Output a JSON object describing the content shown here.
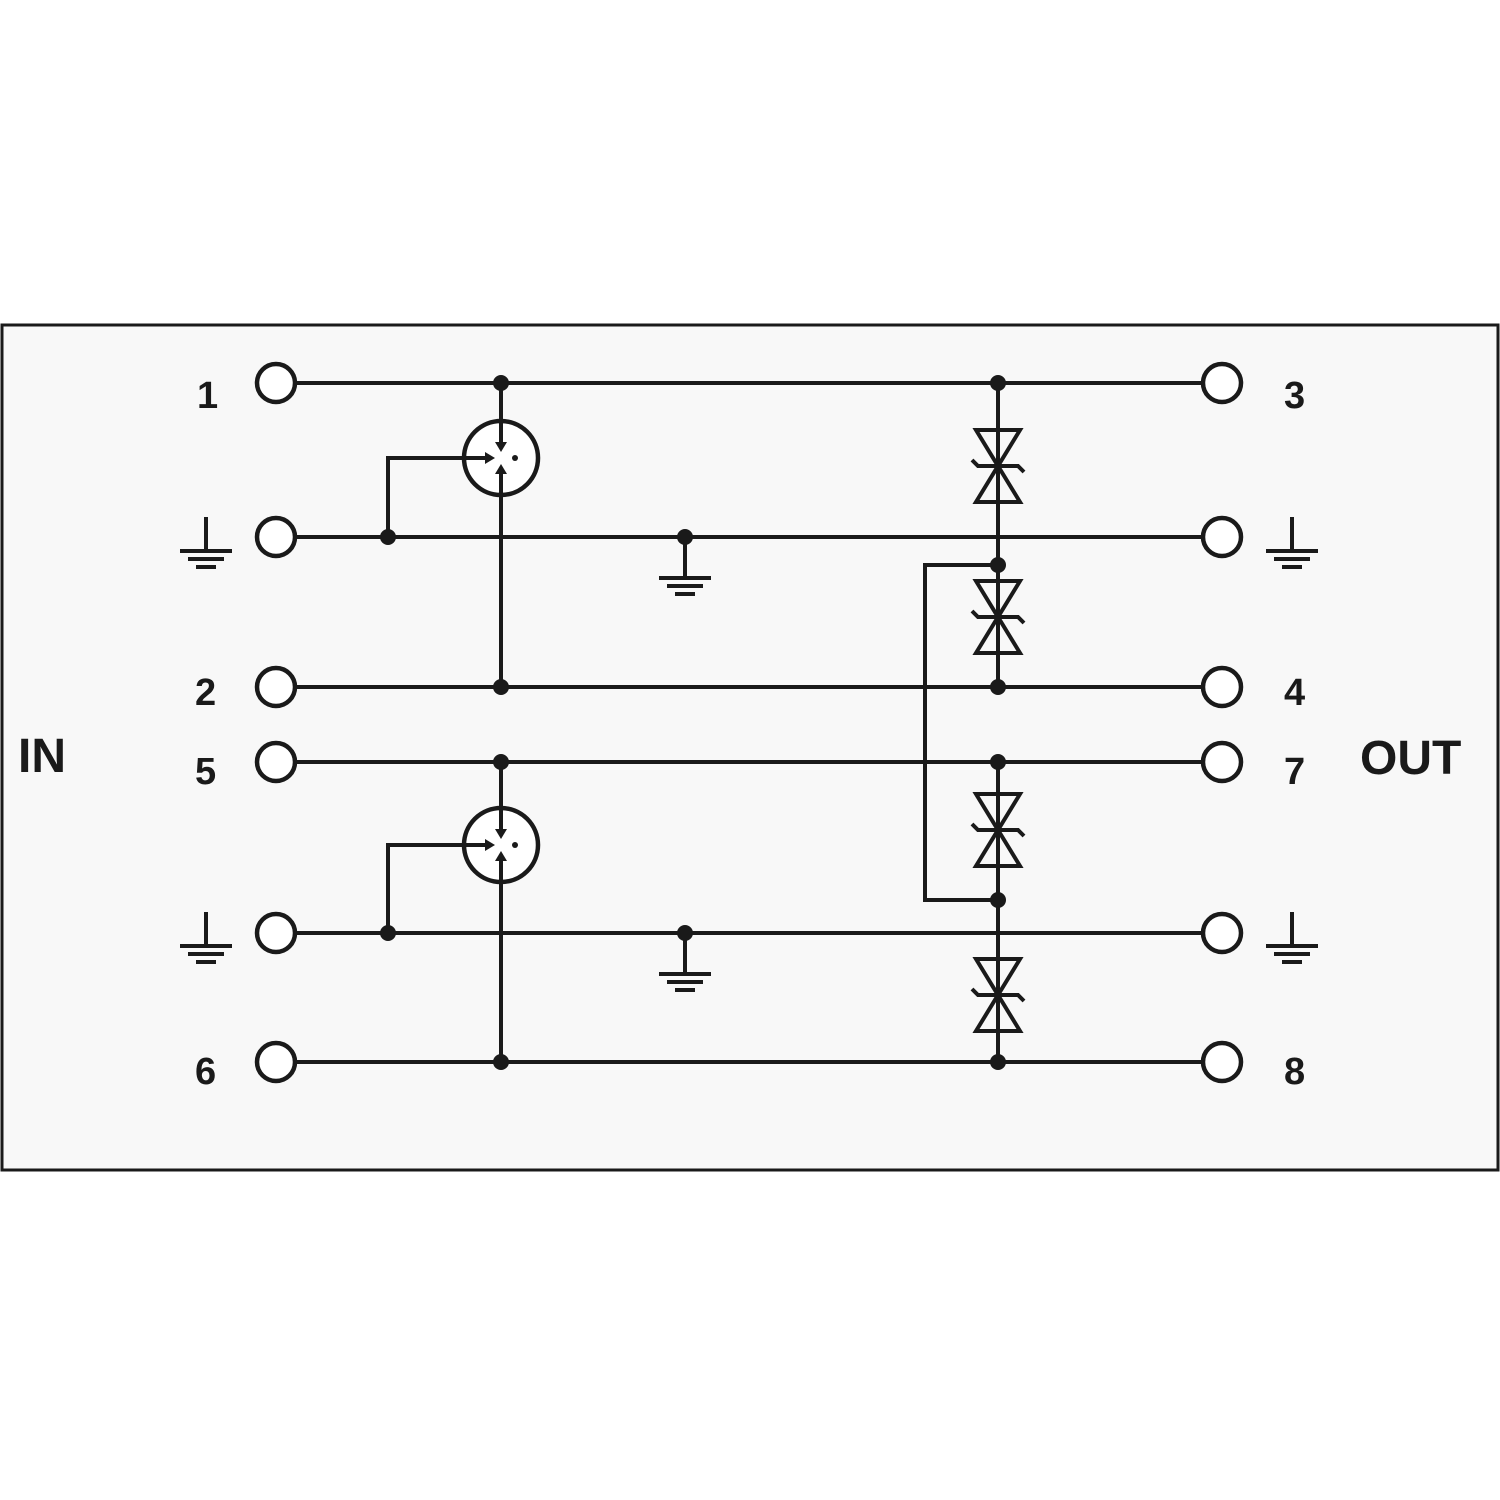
{
  "labels": {
    "in": "IN",
    "out": "OUT",
    "pin_1": "1",
    "pin_2": "2",
    "pin_3": "3",
    "pin_4": "4",
    "pin_5": "5",
    "pin_6": "6",
    "pin_7": "7",
    "pin_8": "8"
  },
  "colors": {
    "ink": "#1a1a1a",
    "background": "#ffffff",
    "panel": "#f8f8f8"
  },
  "components": {
    "gas_discharge_tubes": 2,
    "tvs_diodes_bidirectional": 4,
    "ground_symbols": 6
  }
}
